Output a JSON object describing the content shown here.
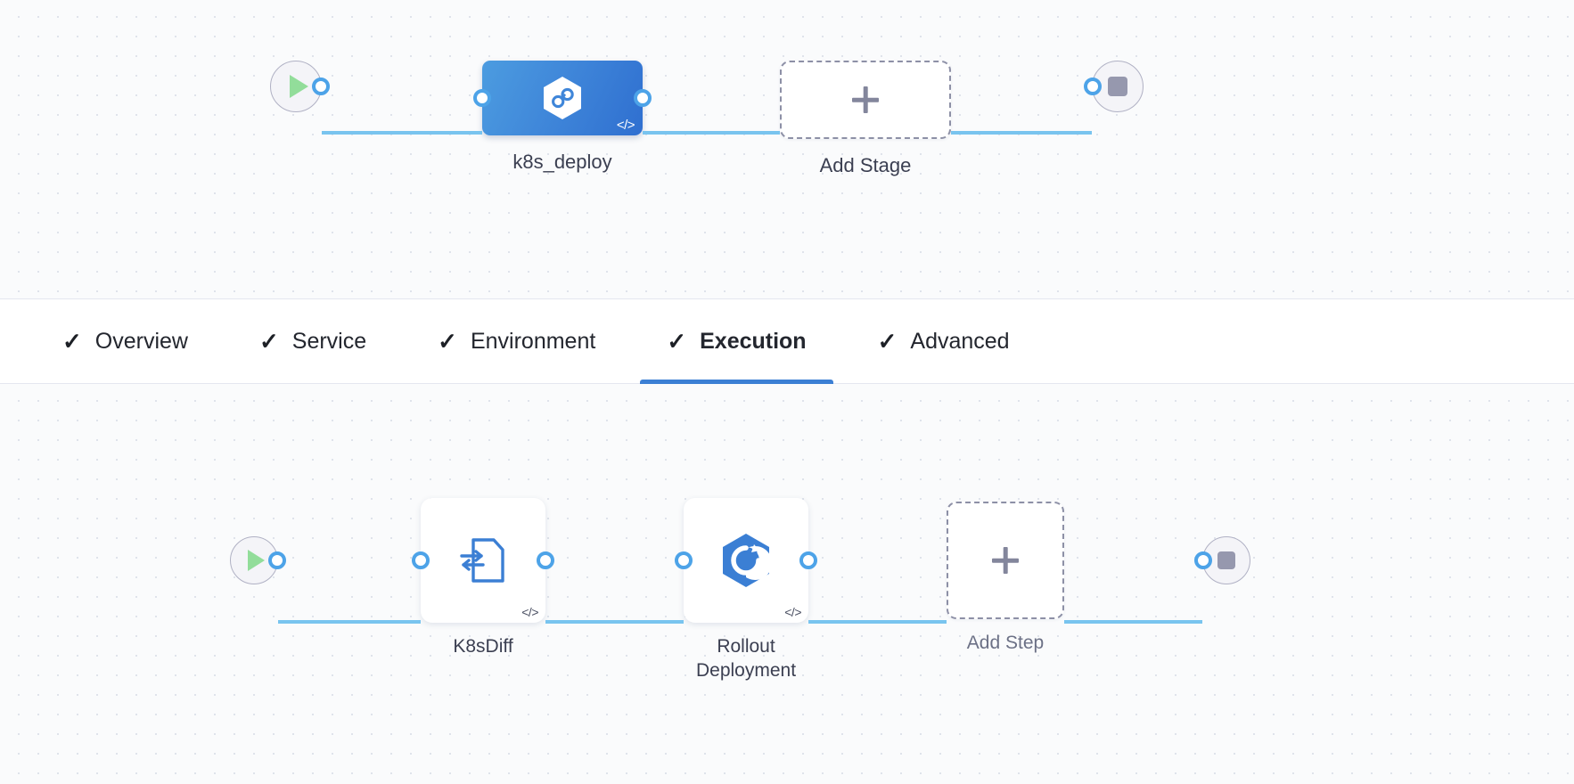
{
  "theme": {
    "canvas_bg": "#fafbfc",
    "dot_color": "#dfe3eb",
    "accent_blue": "#3b7fd4",
    "link_blue": "#79c4ef",
    "connector_ring": "#4da3e8",
    "stage_blue": "#3f86d9",
    "play_green": "#92dd9a",
    "stop_gray": "#9698ae",
    "dashed_border": "#8d90a6",
    "label_color": "#3b3f51"
  },
  "stage_pipeline": {
    "start_node": {
      "name": "start",
      "icon": "play-icon"
    },
    "end_node": {
      "name": "end",
      "icon": "stop-icon"
    },
    "nodes": [
      {
        "label": "k8s_deploy",
        "type": "stage",
        "icon": "harness-cd-hexagon-icon",
        "code_badge": "</>",
        "selected": true
      },
      {
        "label": "Add Stage",
        "type": "add",
        "icon": "plus-icon"
      }
    ]
  },
  "tabs": {
    "items": [
      {
        "label": "Overview",
        "check": "✓",
        "active": false
      },
      {
        "label": "Service",
        "check": "✓",
        "active": false
      },
      {
        "label": "Environment",
        "check": "✓",
        "active": false
      },
      {
        "label": "Execution",
        "check": "✓",
        "active": true
      },
      {
        "label": "Advanced",
        "check": "✓",
        "active": false
      }
    ]
  },
  "step_pipeline": {
    "start_node": {
      "name": "start",
      "icon": "play-icon"
    },
    "end_node": {
      "name": "end",
      "icon": "stop-icon"
    },
    "nodes": [
      {
        "label": "K8sDiff",
        "type": "step",
        "icon": "k8s-diff-document-icon",
        "code_badge": "</>"
      },
      {
        "label": "Rollout\nDeployment",
        "type": "step",
        "icon": "rollout-deployment-hexagon-icon",
        "code_badge": "</>"
      },
      {
        "label": "Add Step",
        "type": "add",
        "icon": "plus-icon"
      }
    ]
  }
}
